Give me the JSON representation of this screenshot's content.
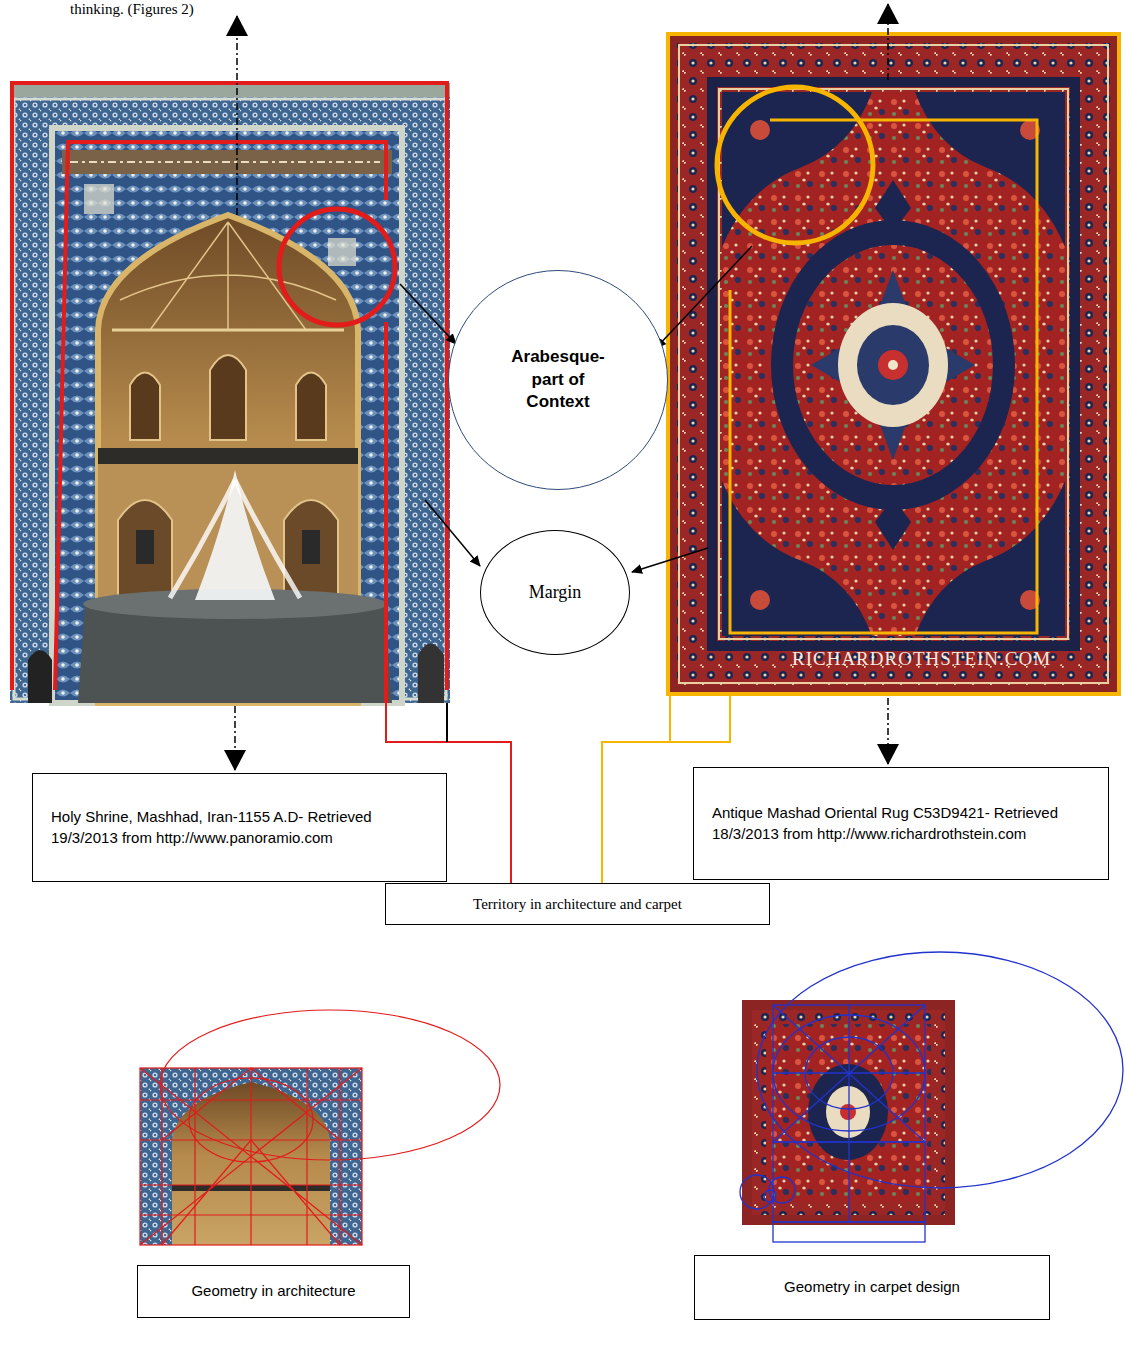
{
  "diagram": {
    "nodes": [
      {
        "text": [
          "Arabesque- part of Context"
        ]
      },
      {
        "text": [
          "Margin"
        ]
      },
      {
        "text": [
          "Holy Shrine, Mashhad, Iran-1155 A.D- Retrieved 19/3/2013 from http://www.panoramio.com"
        ]
      },
      {
        "text": [
          "Antique Mashad Oriental Rug C53D9421- Retrieved 18/3/2013 from http://www.richardrothstein.com"
        ]
      },
      {
        "text": [
          "Territory in architecture and carpet"
        ]
      },
      {
        "text": [
          "Geometry in architecture"
        ]
      },
      {
        "text": [
          "Geometry in carpet design"
        ]
      }
    ],
    "labels": [
      "thinking. (Figures 2)",
      "RICHARDROTHSTEIN.COM"
    ]
  }
}
